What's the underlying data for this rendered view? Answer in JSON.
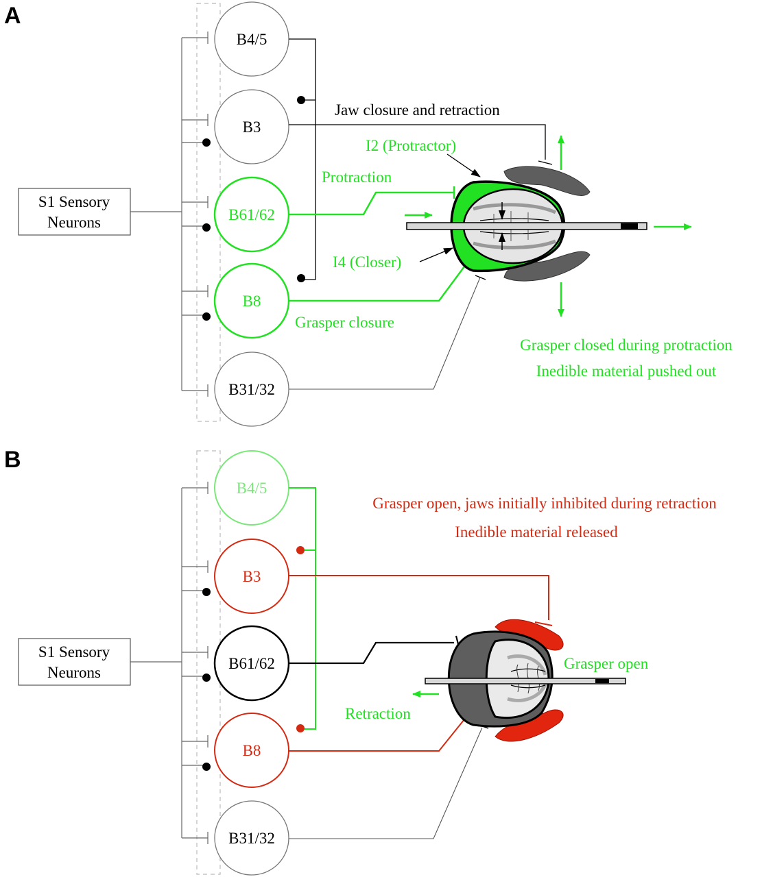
{
  "colors": {
    "black": "#000000",
    "green": "#22e022",
    "light_green": "#79e879",
    "red": "#d42a12",
    "gray_line": "#6a6a6a",
    "dark_gray": "#5e5e5e"
  },
  "panels": [
    {
      "letter": "A",
      "sensory_box": [
        "S1 Sensory",
        "Neurons"
      ],
      "neurons": [
        {
          "label": "B4/5",
          "color": "black"
        },
        {
          "label": "B3",
          "color": "black"
        },
        {
          "label": "B61/62",
          "color": "green"
        },
        {
          "label": "B8",
          "color": "green"
        },
        {
          "label": "B31/32",
          "color": "black"
        }
      ],
      "annotations": {
        "jaw": "Jaw closure and retraction",
        "i2": "I2 (Protractor)",
        "protraction": "Protraction",
        "i4": "I4 (Closer)",
        "grasper_closure": "Grasper closure"
      },
      "outcome": [
        "Grasper closed during protraction",
        "Inedible material pushed out"
      ]
    },
    {
      "letter": "B",
      "sensory_box": [
        "S1 Sensory",
        "Neurons"
      ],
      "neurons": [
        {
          "label": "B4/5",
          "color": "light_green"
        },
        {
          "label": "B3",
          "color": "red"
        },
        {
          "label": "B61/62",
          "color": "black"
        },
        {
          "label": "B8",
          "color": "red"
        },
        {
          "label": "B31/32",
          "color": "black"
        }
      ],
      "annotations": {
        "grasper_open": "Grasper open",
        "retraction": "Retraction"
      },
      "outcome": [
        "Grasper open, jaws initially inhibited during retraction",
        "Inedible material released"
      ]
    }
  ]
}
